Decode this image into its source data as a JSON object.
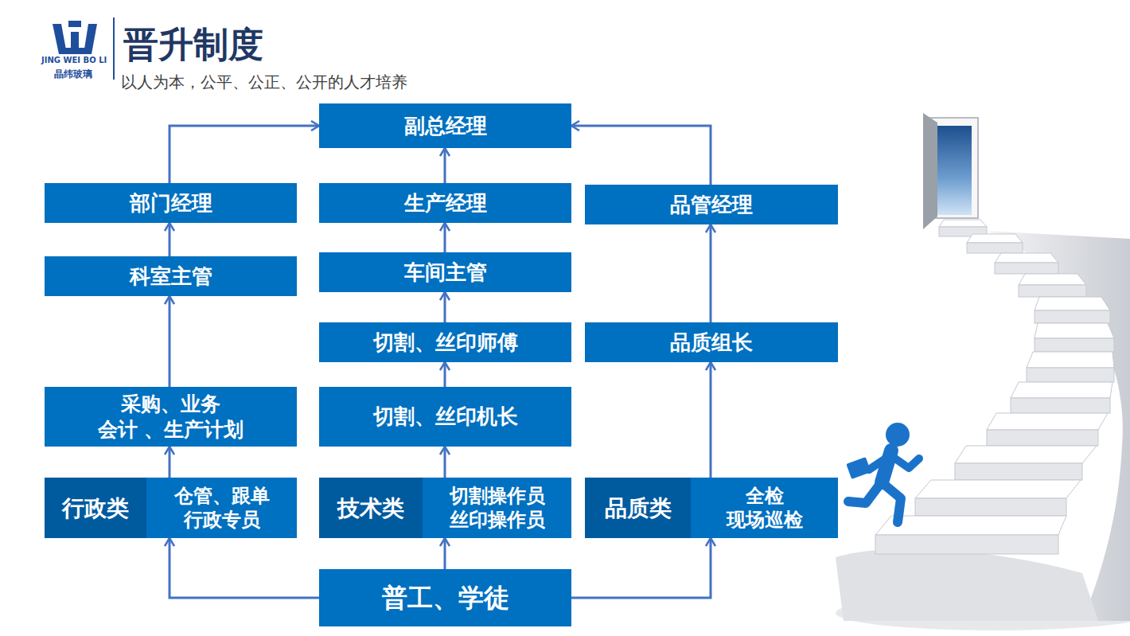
{
  "diagram": {
    "title": "晋升制度",
    "nodes": [
      {
        "text": [
          "副总经理"
        ]
      },
      {
        "text": [
          "部门经理"
        ]
      },
      {
        "text": [
          "生产经理"
        ]
      },
      {
        "text": [
          "品管经理"
        ]
      },
      {
        "text": [
          "科室主管"
        ]
      },
      {
        "text": [
          "车间主管"
        ]
      },
      {
        "text": [
          "切割、丝印师傅"
        ]
      },
      {
        "text": [
          "品质组长"
        ]
      },
      {
        "text": [
          "采购、业务 会计 、生产计划"
        ]
      },
      {
        "text": [
          "切割、丝印机长"
        ]
      },
      {
        "text": [
          "行政类"
        ]
      },
      {
        "text": [
          "仓管、跟单 行政专员"
        ],
        "in": 10
      },
      {
        "text": [
          "技术类"
        ]
      },
      {
        "text": [
          "切割操作员 丝印操作员"
        ],
        "in": 12
      },
      {
        "text": [
          "品质类"
        ]
      },
      {
        "text": [
          "全检 现场巡检"
        ],
        "in": 14
      },
      {
        "text": [
          "普工、学徒"
        ]
      }
    ],
    "edges": [
      {
        "from": 16,
        "to": 10,
        "arrow": "to"
      },
      {
        "from": 16,
        "to": 12,
        "arrow": "to"
      },
      {
        "from": 16,
        "to": 14,
        "arrow": "to"
      },
      {
        "from": 11,
        "to": 8,
        "arrow": "to"
      },
      {
        "from": 8,
        "to": 4,
        "arrow": "to"
      },
      {
        "from": 4,
        "to": 1,
        "arrow": "to"
      },
      {
        "from": 1,
        "to": 0,
        "arrow": "to"
      },
      {
        "from": 13,
        "to": 9,
        "arrow": "to"
      },
      {
        "from": 9,
        "to": 6,
        "arrow": "to"
      },
      {
        "from": 6,
        "to": 5,
        "arrow": "to"
      },
      {
        "from": 5,
        "to": 2,
        "arrow": "to"
      },
      {
        "from": 2,
        "to": 0,
        "arrow": "to"
      },
      {
        "from": 15,
        "to": 7,
        "arrow": "to"
      },
      {
        "from": 7,
        "to": 3,
        "arrow": "to"
      },
      {
        "from": 3,
        "to": 0,
        "arrow": "to"
      }
    ],
    "labels": [
      "JING WEI BO LI",
      "晶纬玻璃",
      "以人为本，公平、公正、公开的人才培养"
    ]
  }
}
